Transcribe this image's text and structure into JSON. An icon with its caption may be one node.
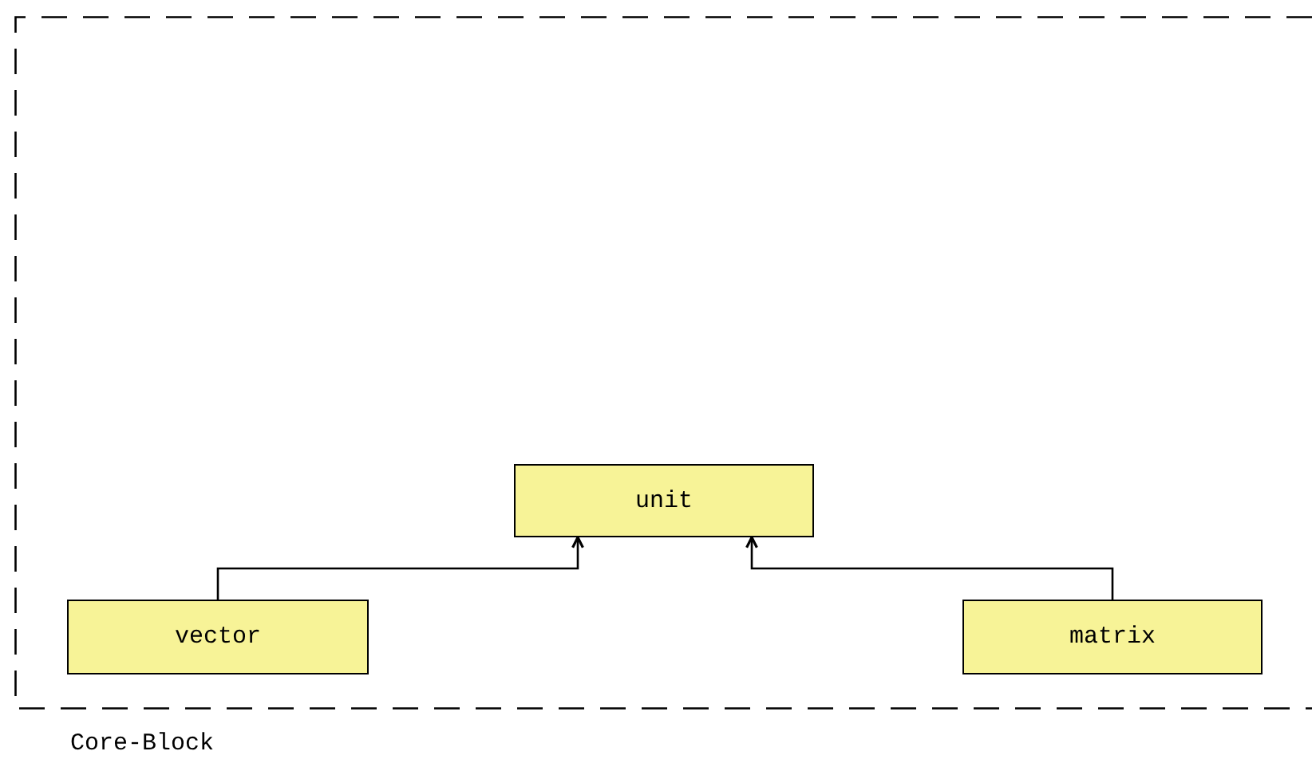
{
  "diagram": {
    "nodes": [
      {
        "text": [
          "Core-Block"
        ]
      },
      {
        "text": [
          "unit"
        ],
        "in": 0
      },
      {
        "text": [
          "vector"
        ],
        "in": 0
      },
      {
        "text": [
          "matrix"
        ],
        "in": 0
      }
    ],
    "edges": [
      {
        "from": 2,
        "to": 1,
        "arrow": "to"
      },
      {
        "from": 3,
        "to": 1,
        "arrow": "to"
      }
    ]
  }
}
